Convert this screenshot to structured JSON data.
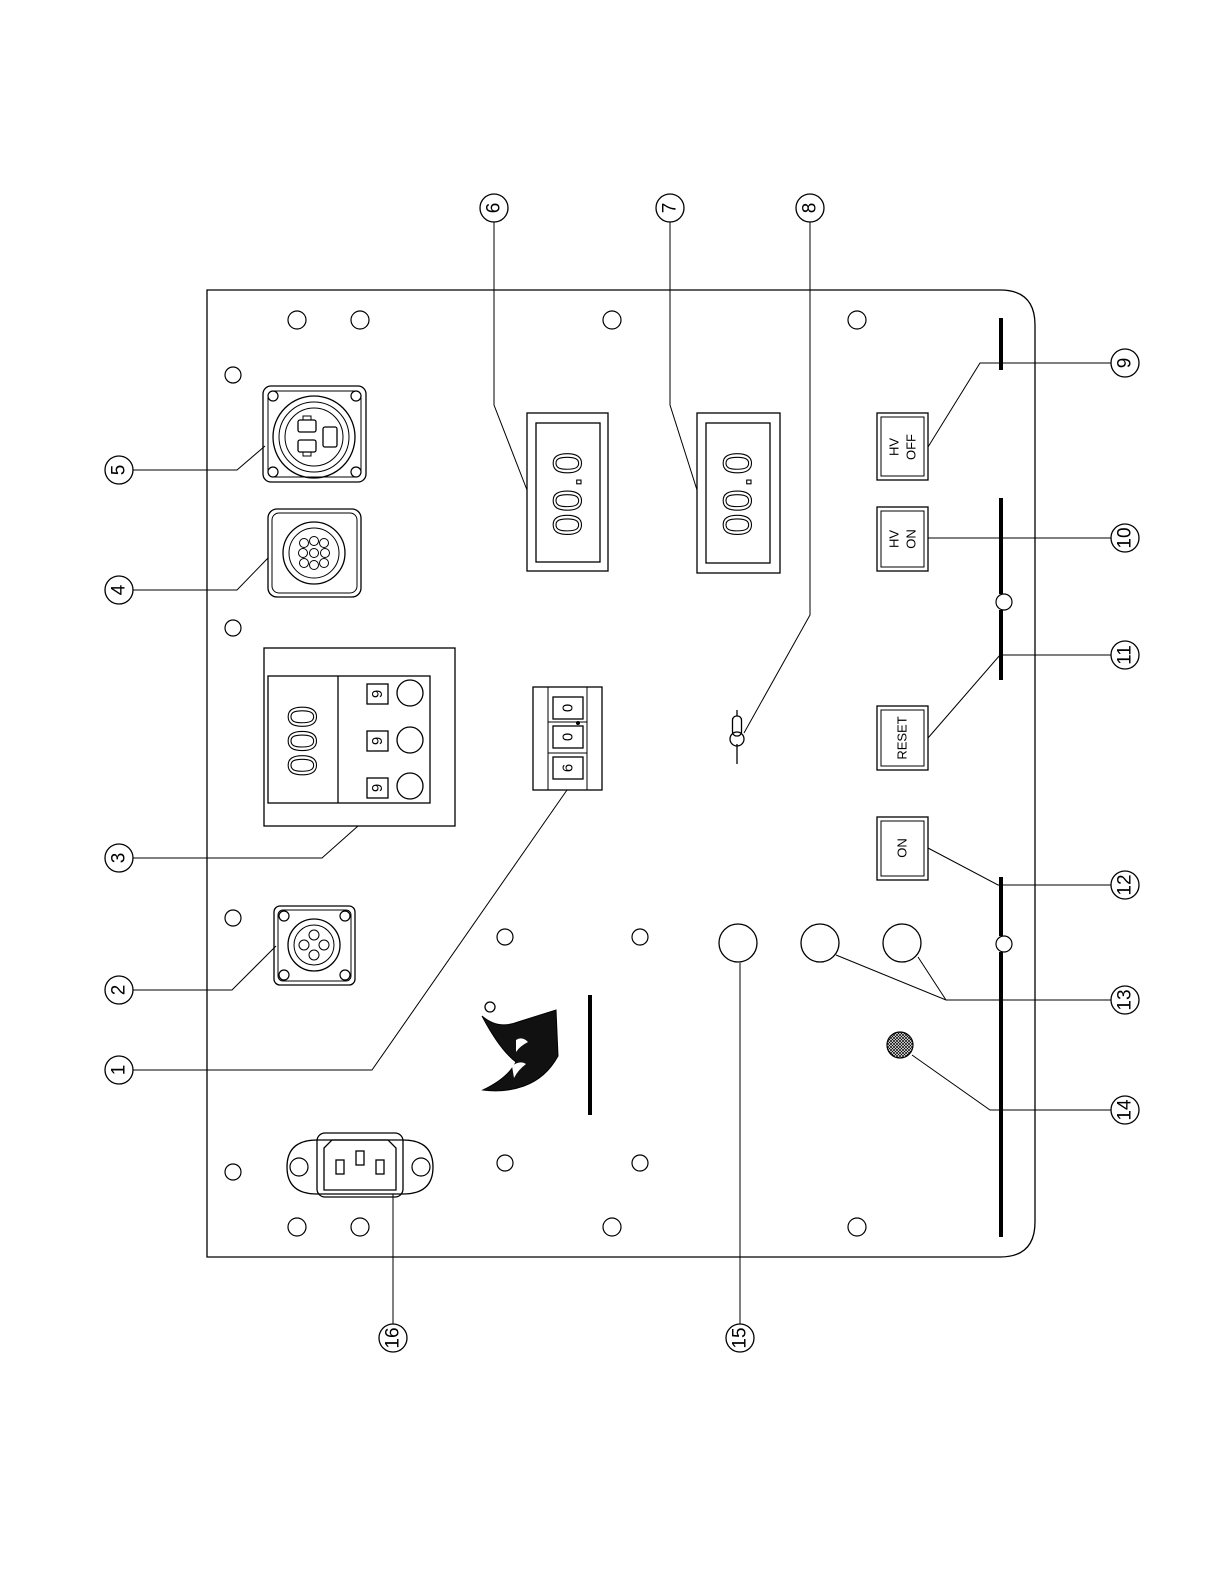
{
  "callouts": [
    "1",
    "2",
    "3",
    "4",
    "5",
    "6",
    "7",
    "8",
    "9",
    "10",
    "11",
    "12",
    "13",
    "14",
    "15",
    "16"
  ],
  "buttons": {
    "hv_off": [
      "HV",
      "OFF"
    ],
    "hv_on": [
      "HV",
      "ON"
    ],
    "reset": "RESET",
    "on": "ON"
  },
  "displays": {
    "item6": "00.0",
    "item7": "00.0",
    "item3": "000"
  },
  "item3_digits": [
    "9",
    "9",
    "9"
  ],
  "item1_digits": [
    "0",
    "0",
    "6"
  ]
}
